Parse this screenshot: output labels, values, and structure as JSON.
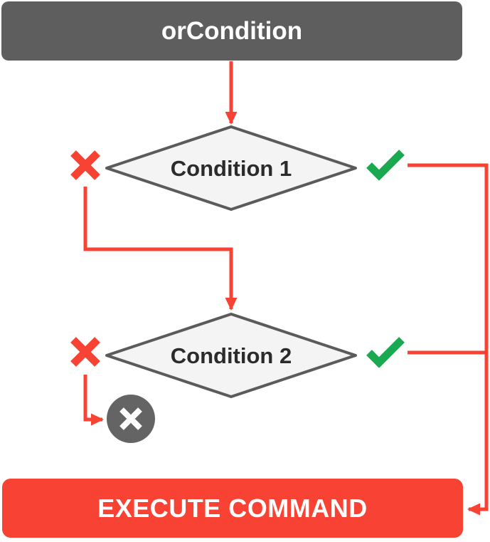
{
  "diagram": {
    "start_node": {
      "label": "orCondition"
    },
    "decisions": [
      {
        "label": "Condition 1",
        "fail_icon": "x-icon",
        "pass_icon": "check-icon"
      },
      {
        "label": "Condition 2",
        "fail_icon": "x-icon",
        "pass_icon": "check-icon"
      }
    ],
    "fail_terminal": {
      "icon": "x-circle-icon"
    },
    "execute_node": {
      "label": "EXECUTE COMMAND"
    },
    "colors": {
      "start_node_gray": "#5e5e5e",
      "terminal_gray": "#646464",
      "diamond_fill": "#f4f4f4",
      "diamond_border": "#5b5b5b",
      "connector_red": "#f84334",
      "check_green": "#1aa850",
      "decision_text": "#2b2b2b",
      "node_text": "#ffffff"
    }
  }
}
